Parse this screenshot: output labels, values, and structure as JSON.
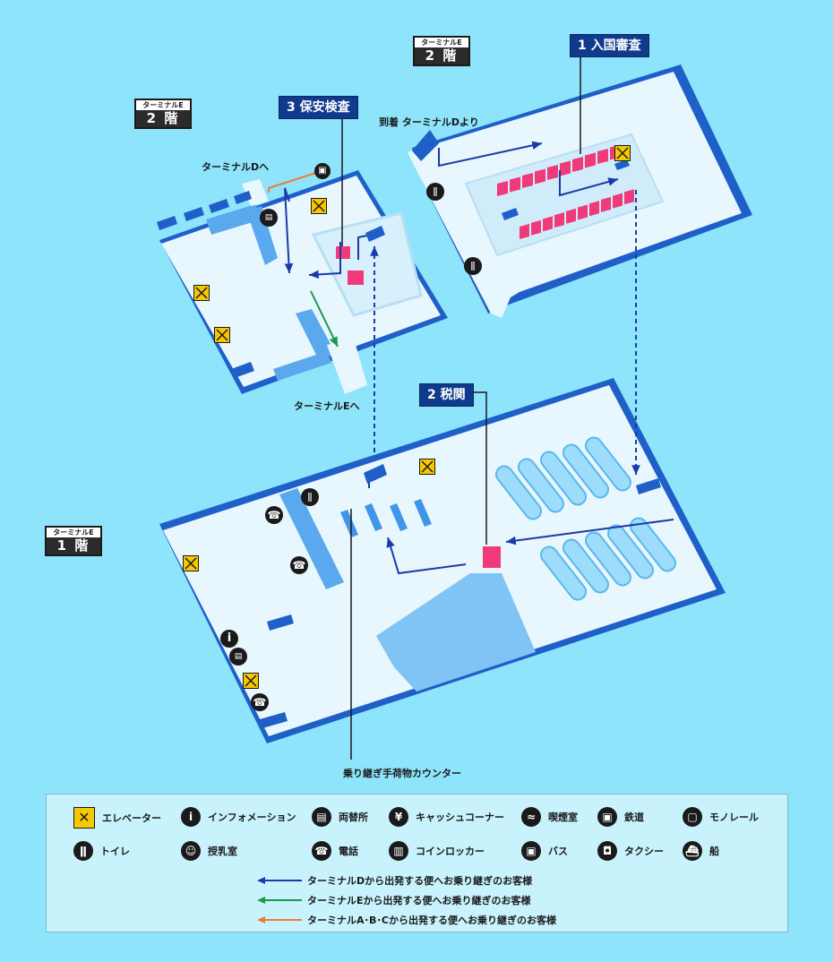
{
  "floor_tags": [
    {
      "sub": "ターミナルE",
      "main": "2 階"
    },
    {
      "sub": "ターミナルE",
      "main": "2 階"
    },
    {
      "sub": "ターミナルE",
      "main": "1 階"
    }
  ],
  "callouts": {
    "immigration": "1 入国審査",
    "customs": "2 税関",
    "security": "3 保安検査"
  },
  "labels": {
    "arrival_from_d": "到着 ターミナルDより",
    "to_terminal_d": "ターミナルDへ",
    "to_terminal_e": "ターミナルEへ",
    "transfer_baggage": "乗り継ぎ手荷物カウンター"
  },
  "legend": {
    "items": [
      {
        "icon": "elevator-icon",
        "label": "エレベーター"
      },
      {
        "icon": "information-icon",
        "label": "インフォメーション"
      },
      {
        "icon": "currency-exchange-icon",
        "label": "両替所"
      },
      {
        "icon": "atm-icon",
        "label": "キャッシュコーナー"
      },
      {
        "icon": "smoking-room-icon",
        "label": "喫煙室"
      },
      {
        "icon": "railway-icon",
        "label": "鉄道"
      },
      {
        "icon": "monorail-icon",
        "label": "モノレール"
      },
      {
        "icon": "toilet-icon",
        "label": "トイレ"
      },
      {
        "icon": "nursing-room-icon",
        "label": "授乳室"
      },
      {
        "icon": "telephone-icon",
        "label": "電話"
      },
      {
        "icon": "coin-locker-icon",
        "label": "コインロッカー"
      },
      {
        "icon": "bus-icon",
        "label": "バス"
      },
      {
        "icon": "taxi-icon",
        "label": "タクシー"
      },
      {
        "icon": "ship-icon",
        "label": "船"
      }
    ],
    "routes": [
      {
        "color": "#1a3aa8",
        "label": "ターミナルDから出発する便へお乗り継ぎのお客様"
      },
      {
        "color": "#1a9a4a",
        "label": "ターミナルEから出発する便へお乗り継ぎのお客様"
      },
      {
        "color": "#f07a3a",
        "label": "ターミナルA･B･Cから出発する便へお乗り継ぎのお客様"
      }
    ]
  },
  "colors": {
    "background": "#8ee4fb",
    "floor": "#e8f6fd",
    "wall": "#1f5fc8",
    "counter": "#f03a7a",
    "route_d": "#1a3aa8",
    "route_e": "#1a9a4a",
    "route_abc": "#f07a3a"
  }
}
